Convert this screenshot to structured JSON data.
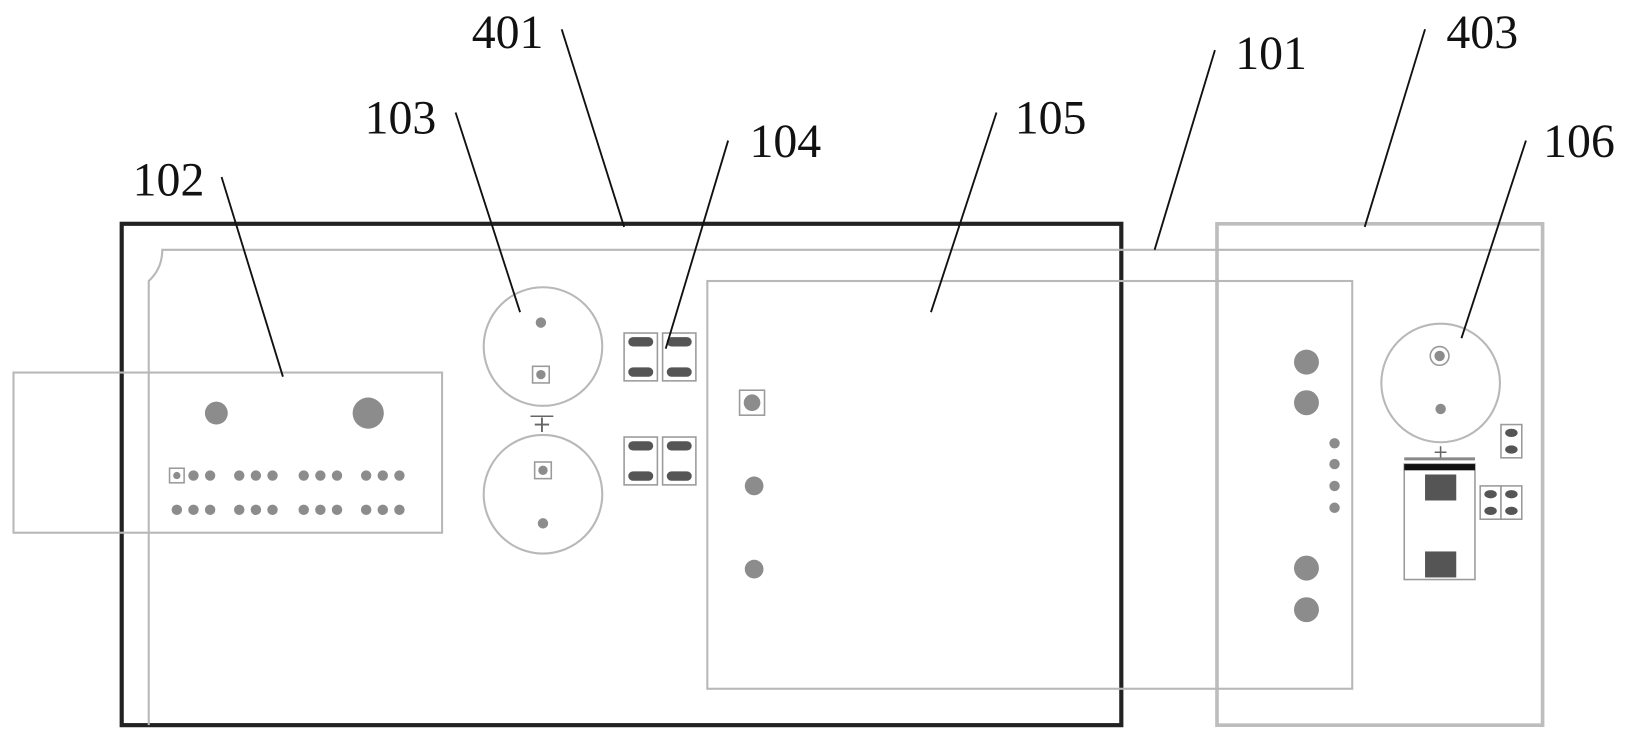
{
  "figure": {
    "reference_numerals": {
      "n401": "401",
      "n403": "403",
      "n101": "101",
      "n103": "103",
      "n104": "104",
      "n105": "105",
      "n102": "102",
      "n106": "106"
    },
    "polarity_marks": {
      "left": "+",
      "right": "+"
    }
  },
  "colors": {
    "outline_dark": "#222222",
    "outline_light": "#b8b8b8",
    "pad_fill": "#8c8c8c"
  }
}
